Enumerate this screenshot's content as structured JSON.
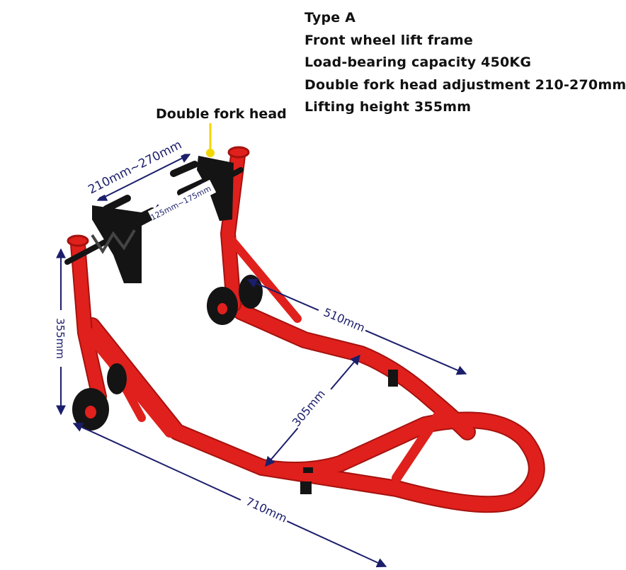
{
  "specs": {
    "lines": [
      "Type A",
      "Front wheel lift frame",
      "Load-bearing capacity 450KG",
      "Double fork head adjustment 210-270mm",
      "Lifting height 355mm"
    ]
  },
  "callout": {
    "label": "Double fork head"
  },
  "dimensions": {
    "fork_spread": "210mm~270mm",
    "fork_inner": "125mm~175mm",
    "height": "355mm",
    "wheel_span": "510mm",
    "inner_width": "305mm",
    "length": "710mm"
  },
  "colors": {
    "frame": "#e0201c",
    "frame_dark": "#a5120f",
    "bracket": "#141414",
    "dimension_line": "#1b1e6b",
    "callout_marker": "#f2d600"
  }
}
